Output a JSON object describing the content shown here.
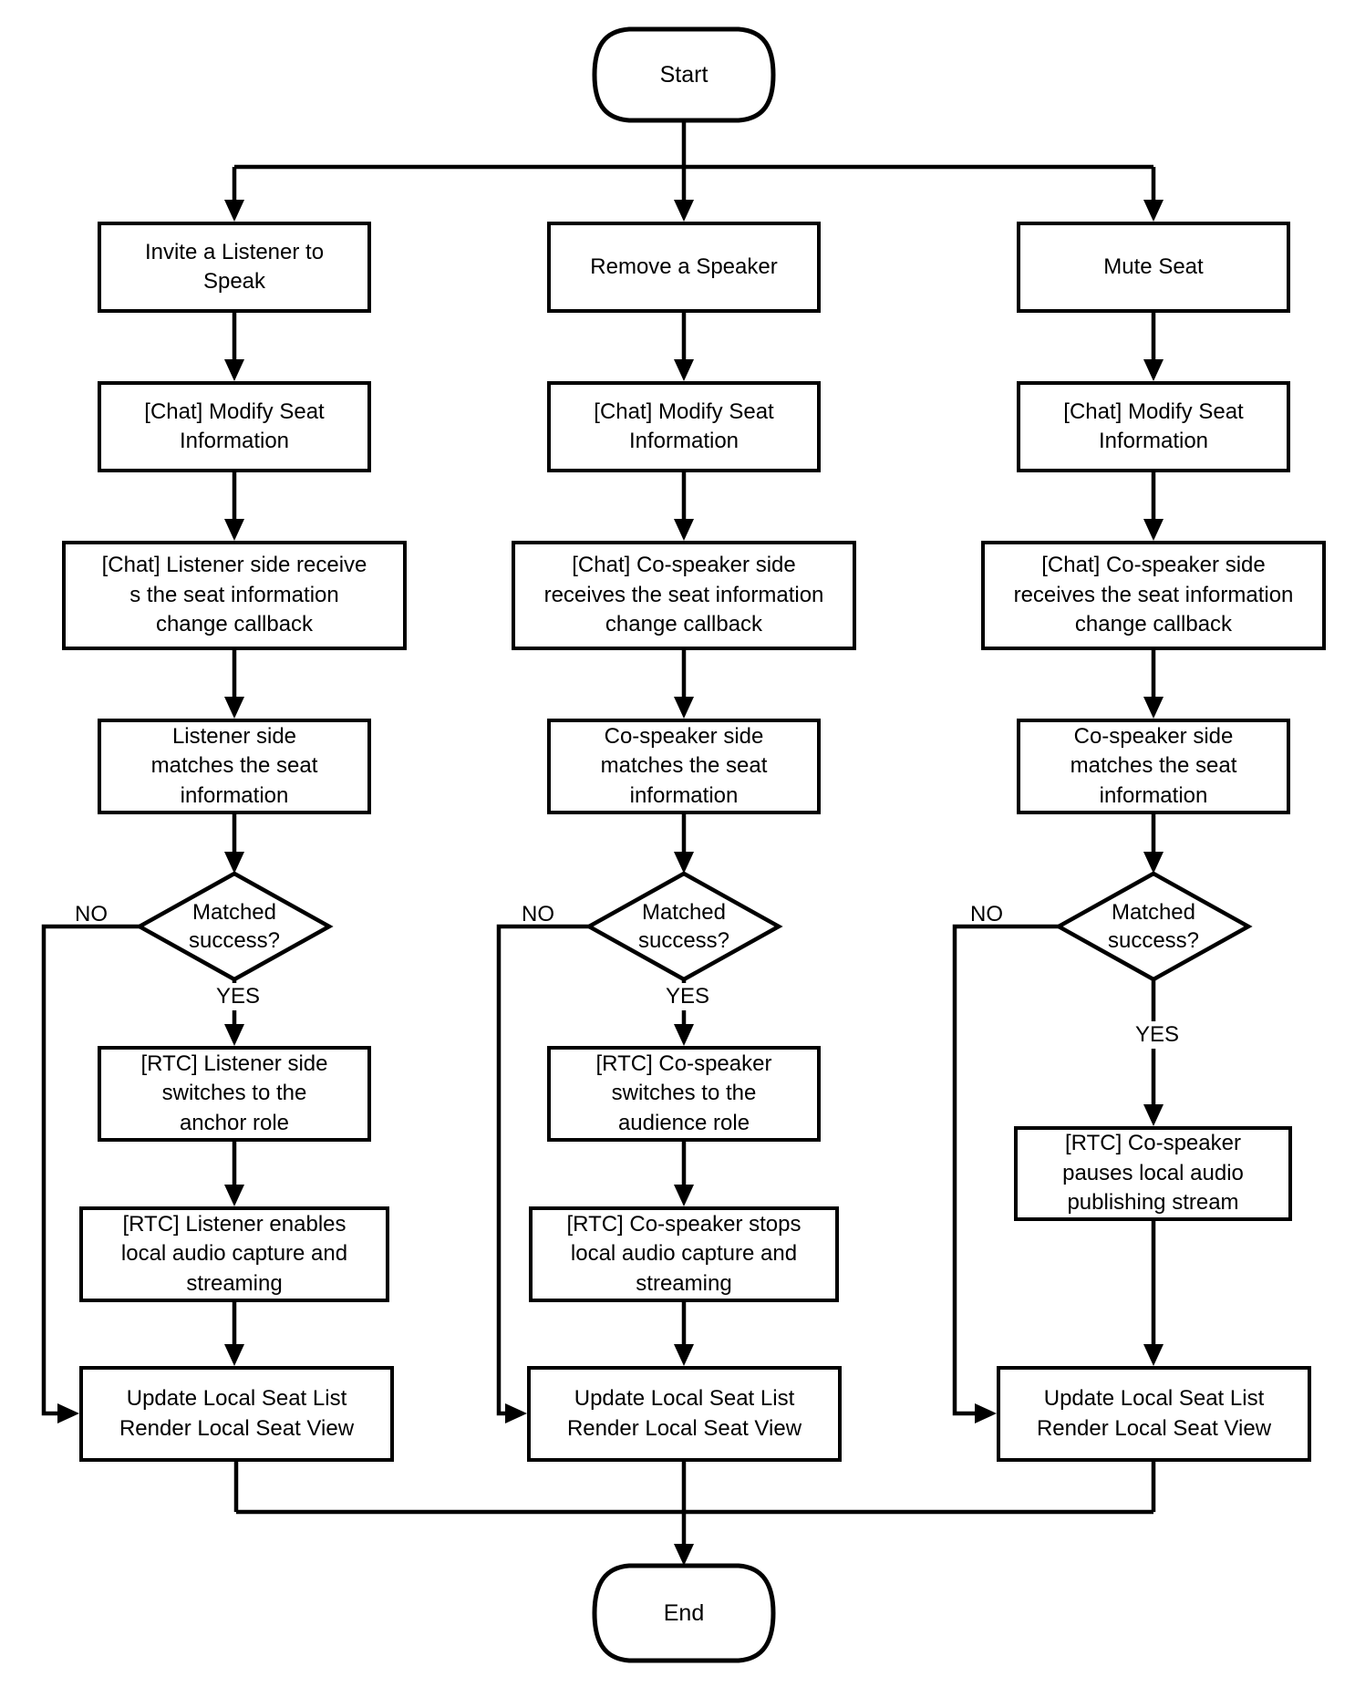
{
  "flow": {
    "start_label": "Start",
    "end_label": "End",
    "yes_label": "YES",
    "no_label": "NO",
    "branches": [
      {
        "trigger": "Invite a Listener to\nSpeak",
        "chat_modify": "[Chat] Modify Seat\nInformation",
        "chat_receive": "[Chat] Listener side receive\ns the seat information\nchange callback",
        "match": "Listener side\nmatches the seat\ninformation",
        "decision": "Matched\nsuccess?",
        "yes_steps": [
          "[RTC] Listener side\nswitches to the\nanchor role",
          "[RTC] Listener enables\nlocal audio capture and\nstreaming"
        ],
        "update": "Update Local Seat List\nRender Local Seat View"
      },
      {
        "trigger": "Remove a Speaker",
        "chat_modify": "[Chat] Modify Seat\nInformation",
        "chat_receive": "[Chat] Co-speaker side\nreceives the seat information\nchange callback",
        "match": "Co-speaker side\nmatches the seat\ninformation",
        "decision": "Matched\nsuccess?",
        "yes_steps": [
          "[RTC] Co-speaker\nswitches to the\naudience role",
          "[RTC] Co-speaker stops\nlocal audio capture and\nstreaming"
        ],
        "update": "Update Local Seat List\nRender Local Seat View"
      },
      {
        "trigger": "Mute Seat",
        "chat_modify": "[Chat] Modify Seat\nInformation",
        "chat_receive": "[Chat] Co-speaker side\nreceives the seat information\nchange callback",
        "match": "Co-speaker side\nmatches the seat\ninformation",
        "decision": "Matched\nsuccess?",
        "yes_steps": [
          "[RTC] Co-speaker\npauses local audio\npublishing stream"
        ],
        "update": "Update Local Seat List\nRender Local Seat View"
      }
    ]
  }
}
